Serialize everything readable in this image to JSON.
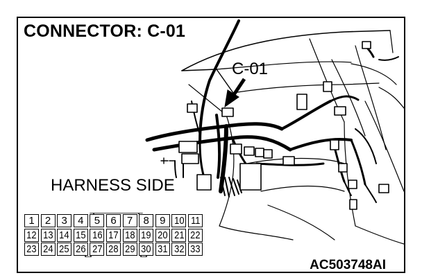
{
  "title": "CONNECTOR: C-01",
  "callout_label": "C-01",
  "harness_label": "HARNESS SIDE",
  "figure_id": "AC503748AI",
  "connector": {
    "rows": [
      [
        "1",
        "2",
        "3",
        "4",
        "5",
        "6",
        "7",
        "8",
        "9",
        "10",
        "11"
      ],
      [
        "12",
        "13",
        "14",
        "15",
        "16",
        "17",
        "18",
        "19",
        "20",
        "21",
        "22"
      ],
      [
        "23",
        "24",
        "25",
        "26",
        "27",
        "28",
        "29",
        "30",
        "31",
        "32",
        "33"
      ]
    ]
  }
}
